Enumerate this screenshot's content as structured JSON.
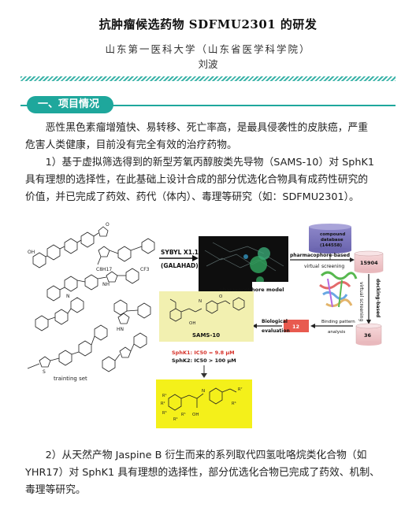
{
  "header": {
    "title": "抗肿瘤候选药物 SDFMU2301 的研发",
    "affiliation": "山东第一医科大学（山东省医学科学院）",
    "author": "刘波"
  },
  "section": {
    "heading": "一、项目情况"
  },
  "paragraphs": {
    "intro_1": "恶性黑色素瘤增殖快、易转移、死亡率高，是最具侵袭性的皮肤癌，严重",
    "intro_2": "危害人类健康，目前没有完全有效的治疗药物。",
    "p1_1": "1）基于虚拟筛选得到的新型芳氧丙醇胺类先导物（SAMS-10）对 SphK1",
    "p1_2": "具有理想的选择性，在此基础上设计合成的部分优选化合物具有成药性研究的",
    "p1_3": "价值，并已完成了药效、药代（体内）、毒理等研究（如：SDFMU2301）。",
    "p2_1": "2）从天然产物 Jaspine B 衍生而来的系列取代四氢吡咯烷类化合物（如",
    "p2_2": "YHR17）对 SphK1 具有理想的选择性，部分优选化合物已完成了药效、机制、",
    "p2_3": "毒理等研究。"
  },
  "figure": {
    "sybyl": "SYBYL X1.1",
    "galahad": "(GALAHAD)",
    "pharmacophore_model": "pharmacophore model",
    "training_set": "trainting set",
    "compound_db_1": "compound",
    "compound_db_2": "database",
    "compound_db_3": "(144558)",
    "pharmacophore_based": "pharmacophore-based",
    "virtual": "virtual",
    "screening": "screening",
    "count_15904": "15904",
    "docking_based": "docking-based",
    "virtual_screening": "virtual screening",
    "count_36": "36",
    "binding_pattern": "Binding pattern",
    "analysis": "analysis",
    "count_12": "12",
    "biological": "Biological",
    "evaluation": "evaluation",
    "sams10": "SAMS-10",
    "sphk1": "SphK1: IC50 = 9.8 μM",
    "sphk2": "SphK2: IC50 > 100 μM",
    "r_labels": [
      "R¹",
      "R²",
      "R³",
      "R⁴",
      "R⁵",
      "R⁶",
      "R⁷"
    ],
    "substituent": "C8H17",
    "atom_labels": [
      "OH",
      "N",
      "O",
      "NH",
      "S",
      "CF3",
      "HN"
    ]
  }
}
